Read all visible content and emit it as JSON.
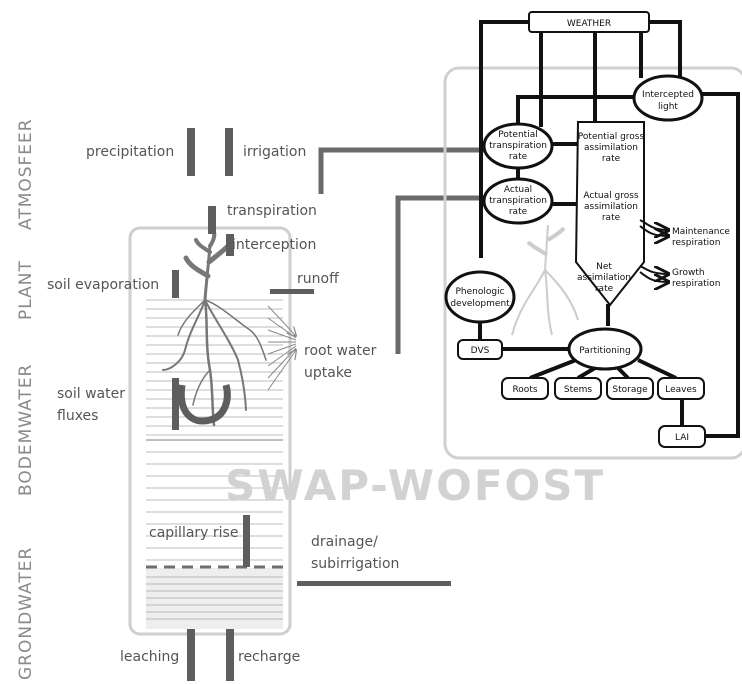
{
  "zones": {
    "atmosfeer": "ATMOSFEER",
    "plant": "PLANT",
    "bodemwater": "BODEMWATER",
    "grondwater": "GRONDWATER"
  },
  "swap": {
    "precipitation": "precipitation",
    "irrigation": "irrigation",
    "transpiration": "transpiration",
    "interception": "interception",
    "soil_evaporation": "soil evaporation",
    "runoff": "runoff",
    "root_water_uptake": [
      "root water",
      "uptake"
    ],
    "soil_water_fluxes": [
      "soil water",
      "fluxes"
    ],
    "capillary_rise": "capillary rise",
    "drainage": [
      "drainage/",
      "subirrigation"
    ],
    "leaching": "leaching",
    "recharge": "recharge"
  },
  "wofost": {
    "weather": "WEATHER",
    "intercepted_light": [
      "Intercepted",
      "light"
    ],
    "potential_transpiration": [
      "Potential",
      "transpiration",
      "rate"
    ],
    "actual_transpiration": [
      "Actual",
      "transpiration",
      "rate"
    ],
    "potential_gross": [
      "Potential gross",
      "assimilation",
      "rate"
    ],
    "actual_gross": [
      "Actual gross",
      "assimilation",
      "rate"
    ],
    "net_assimilation": [
      "Net",
      "assimilation",
      "rate"
    ],
    "maintenance_respiration": [
      "Maintenance",
      "respiration"
    ],
    "growth_respiration": [
      "Growth",
      "respiration"
    ],
    "phenologic_development": [
      "Phenologic",
      "development"
    ],
    "dvs": "DVS",
    "partitioning": "Partitioning",
    "roots": "Roots",
    "stems": "Stems",
    "storage": "Storage",
    "leaves": "Leaves",
    "lai": "LAI"
  },
  "watermark": "SWAP-WOFOST"
}
